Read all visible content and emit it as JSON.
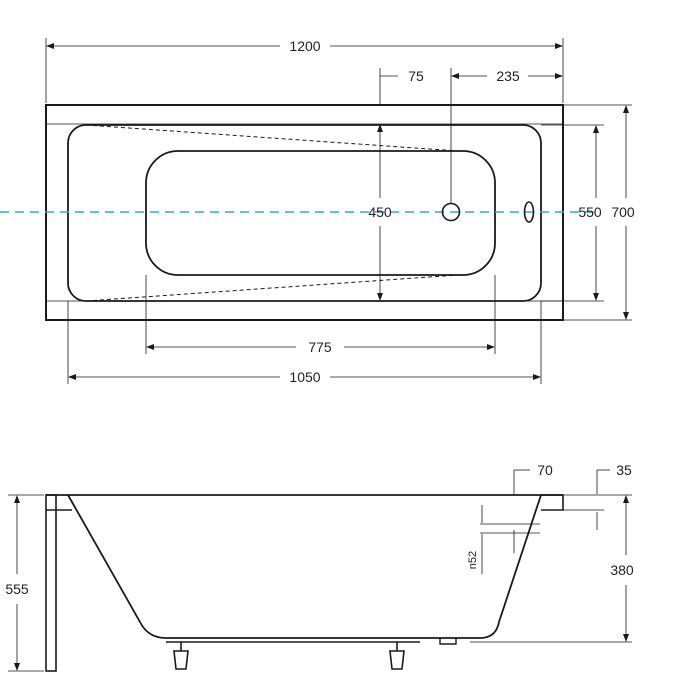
{
  "top_view": {
    "dims": {
      "overall_length": "1200",
      "drain_from_center": "75",
      "drain_from_end": "235",
      "inner_width": "450",
      "rim_inner_width": "550",
      "overall_width": "700",
      "bottom_length": "775",
      "inner_length": "1050"
    }
  },
  "side_view": {
    "dims": {
      "rim_step": "70",
      "rim_thickness": "35",
      "overflow_size": "n52",
      "depth": "380",
      "total_height": "555"
    }
  },
  "colors": {
    "line": "#1a1a1a",
    "axis": "#3aa3d6"
  }
}
